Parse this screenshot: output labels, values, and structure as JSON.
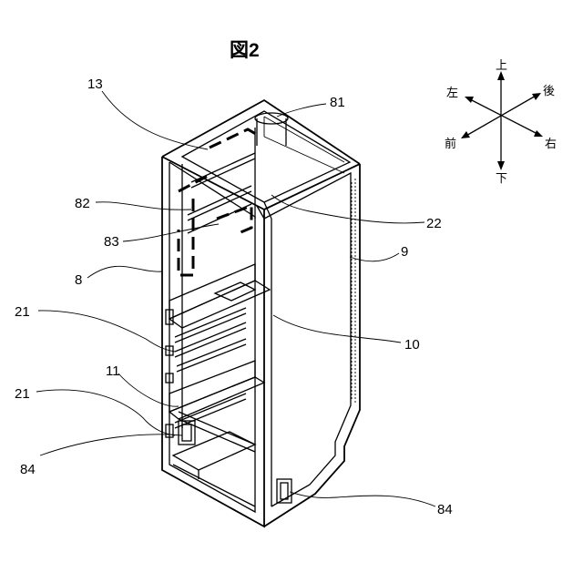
{
  "figure": {
    "title": "図2"
  },
  "compass": {
    "up": "上",
    "down": "下",
    "left": "左",
    "right": "右",
    "front": "前",
    "back": "後"
  },
  "labels": {
    "l13": "13",
    "l81": "81",
    "l82": "82",
    "l83": "83",
    "l8": "8",
    "l21a": "21",
    "l21b": "21",
    "l11": "11",
    "l84a": "84",
    "l84b": "84",
    "l22": "22",
    "l9": "9",
    "l10": "10"
  }
}
